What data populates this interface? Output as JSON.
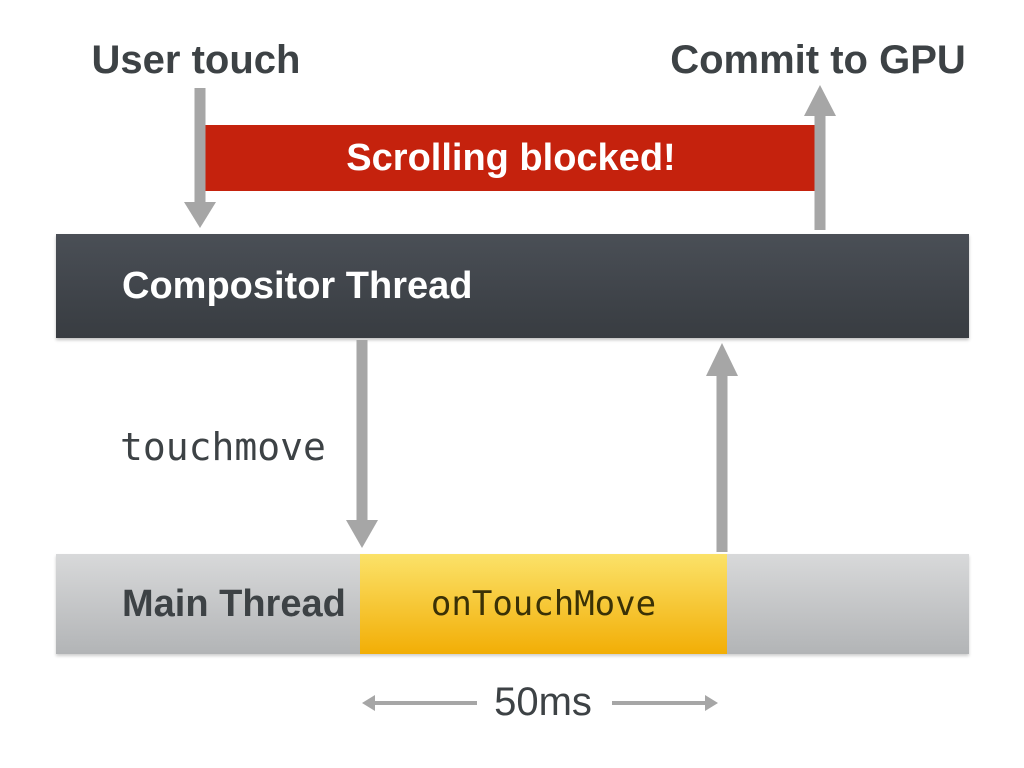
{
  "diagram": {
    "user_touch": "User touch",
    "commit_to_gpu": "Commit to GPU",
    "scrolling_blocked": "Scrolling blocked!",
    "compositor_thread": "Compositor Thread",
    "touchmove": "touchmove",
    "main_thread": "Main Thread",
    "on_touch_move": "onTouchMove",
    "duration": "50ms",
    "icons": {
      "user_touch_arrow": "down-arrow",
      "commit_to_gpu_arrow": "up-arrow",
      "touchmove_dispatch_arrow": "down-arrow",
      "main_to_compositor_return_arrow": "up-arrow",
      "duration_left_arrow": "left-arrow",
      "duration_right_arrow": "right-arrow"
    },
    "colors": {
      "banner_red": "#c5220d",
      "banner_text": "#ffffff",
      "compositor_top": "#4a4f56",
      "compositor_bottom": "#383c41",
      "compositor_text": "#ffffff",
      "main_top": "#d8d9da",
      "main_bottom": "#b2b4b6",
      "yellow_top": "#fbe269",
      "yellow_bottom": "#f2ae06",
      "handler_text": "#3a3106",
      "arrow_gray": "#a6a6a6",
      "text_dark": "#3d4245",
      "background": "#ffffff"
    }
  }
}
